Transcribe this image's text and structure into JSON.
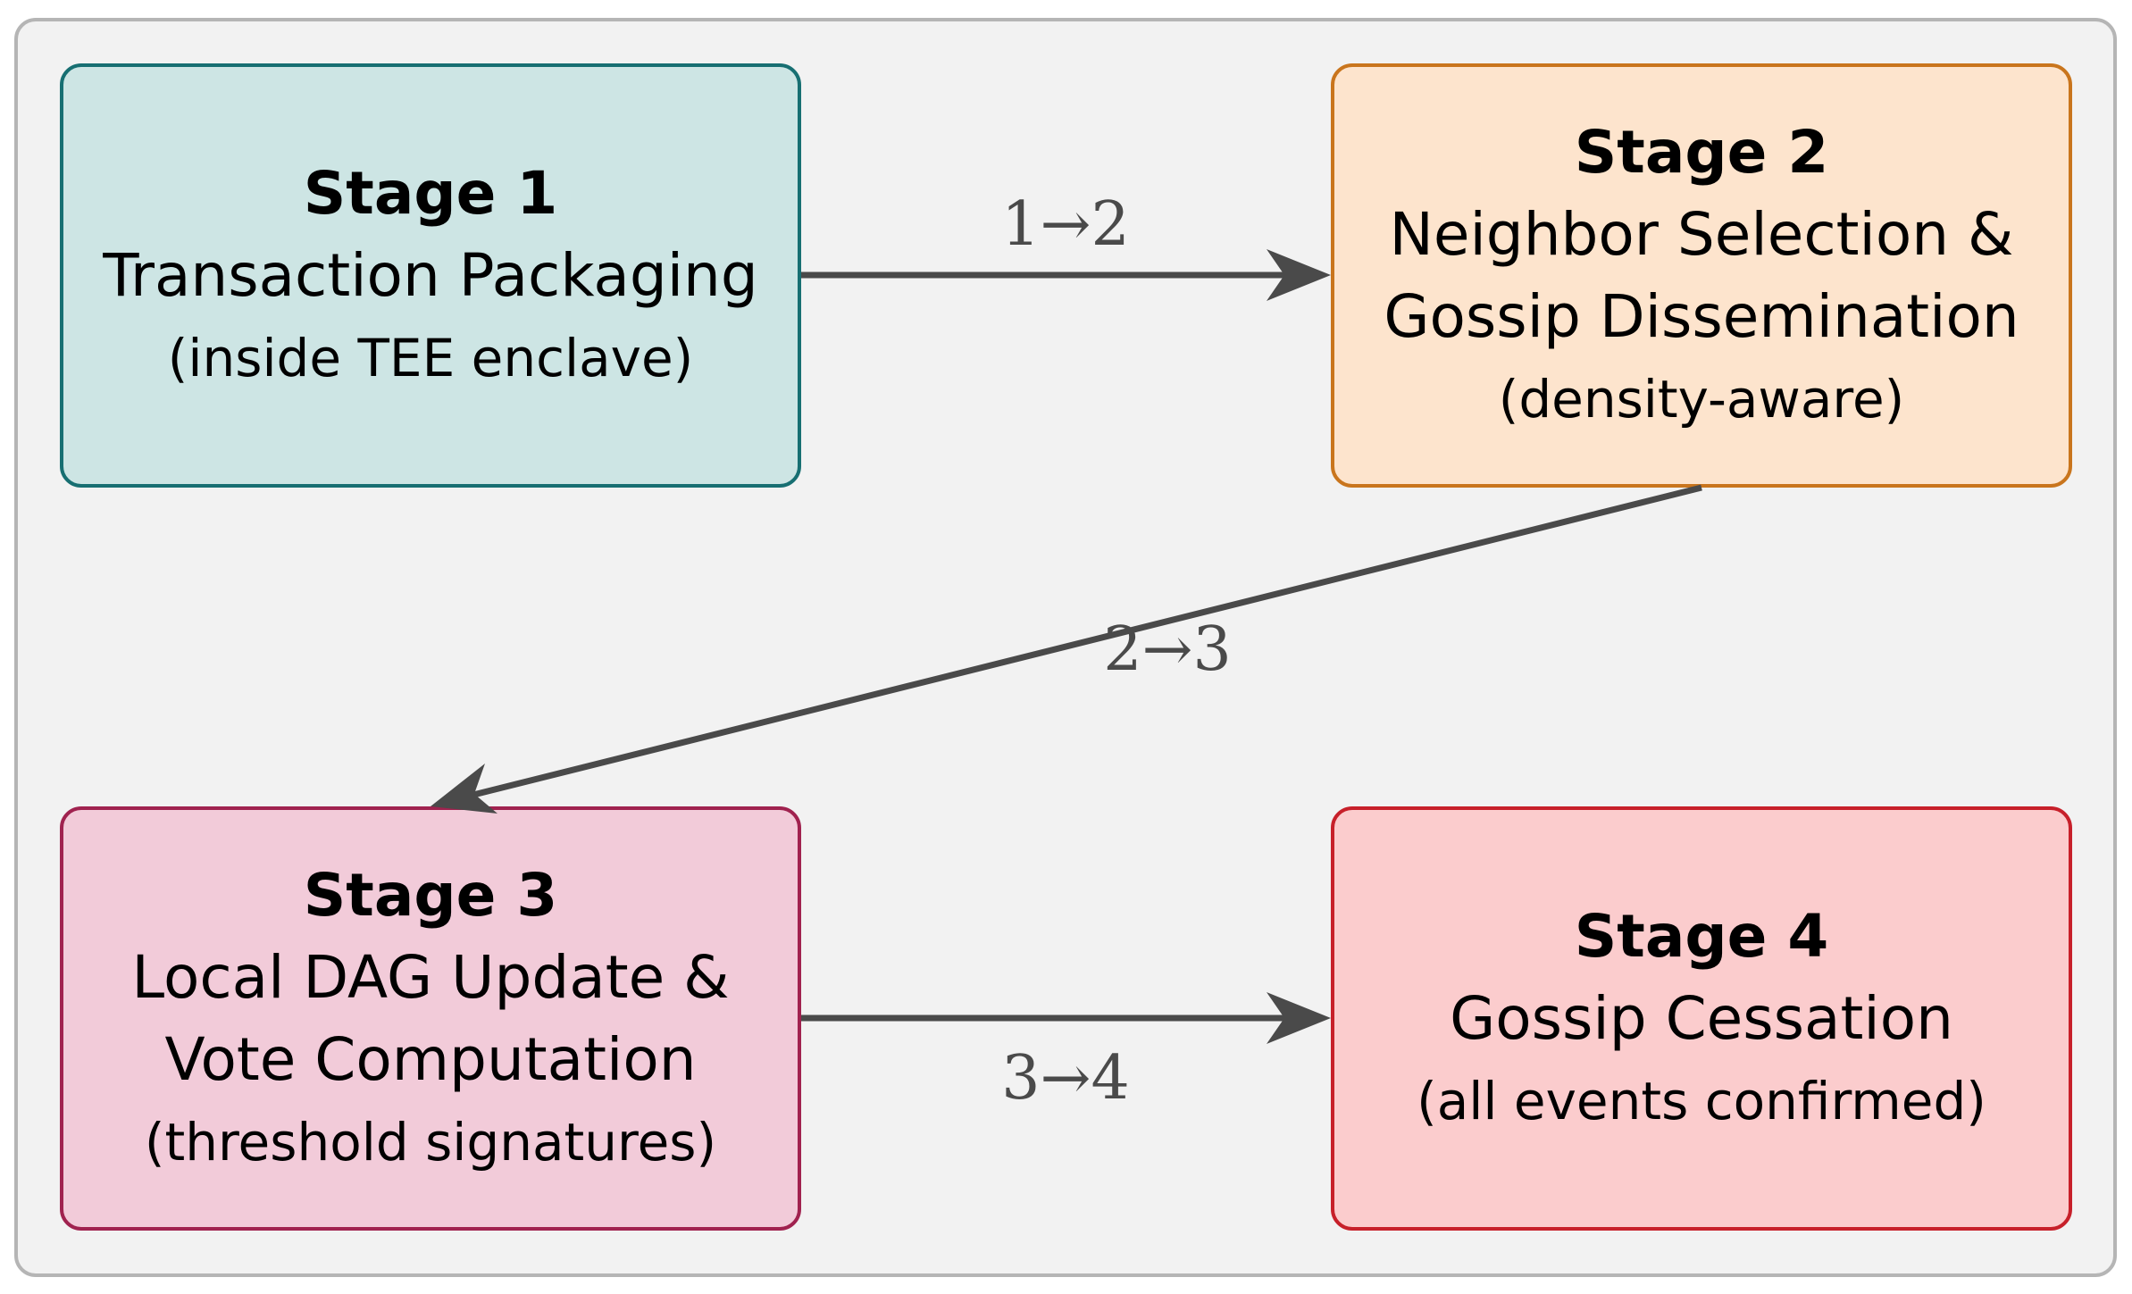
{
  "stages": [
    {
      "title": "Stage 1",
      "lines": [
        "Transaction Packaging"
      ],
      "note": "(inside TEE enclave)"
    },
    {
      "title": "Stage 2",
      "lines": [
        "Neighbor Selection &",
        "Gossip Dissemination"
      ],
      "note": "(density-aware)"
    },
    {
      "title": "Stage 3",
      "lines": [
        "Local DAG Update &",
        "Vote Computation"
      ],
      "note": "(threshold signatures)"
    },
    {
      "title": "Stage 4",
      "lines": [
        "Gossip Cessation"
      ],
      "note": "(all events confirmed)"
    }
  ],
  "transitions": [
    {
      "label": "1→2"
    },
    {
      "label": "2→3"
    },
    {
      "label": "3→4"
    }
  ]
}
